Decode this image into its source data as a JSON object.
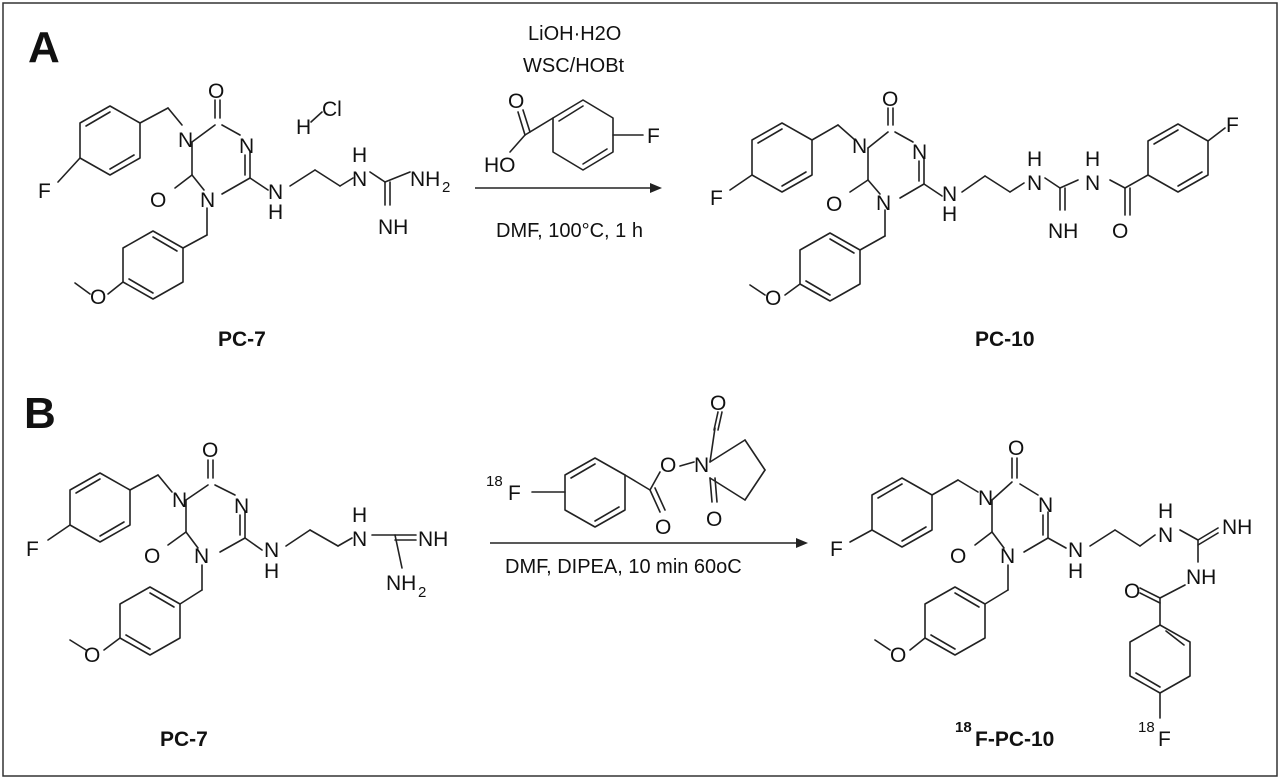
{
  "panels": [
    {
      "letter": "A",
      "reagents_top": [
        "LiOH·H2O",
        "WSC/HOBt"
      ],
      "conditions": "DMF, 100°C, 1 h",
      "reactant_label": "PC-7",
      "product_label": "PC-10"
    },
    {
      "letter": "B",
      "reagent_isotope": "18",
      "conditions": "DMF, DIPEA, 10 min 60oC",
      "reactant_label": "PC-7",
      "product_label": "F-PC-10",
      "product_label_isotope": "18"
    }
  ],
  "atoms": {
    "F": "F",
    "O": "O",
    "N": "N",
    "H": "H",
    "Cl": "Cl",
    "HO": "HO",
    "NH": "NH",
    "NH2": "NH",
    "sub2": "2",
    "isotope18": "18"
  }
}
